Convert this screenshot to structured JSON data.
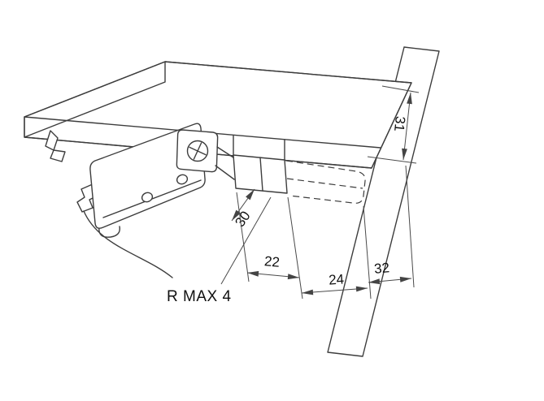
{
  "drawing": {
    "colors": {
      "line": "#3d3d3d",
      "dimension": "#4a4a4a",
      "text": "#111111",
      "background": "#ffffff"
    },
    "labels": {
      "dim_31": "31",
      "dim_30": "30",
      "dim_22": "22",
      "dim_24": "24",
      "dim_32": "32",
      "radius_note": "R MAX 4"
    }
  }
}
